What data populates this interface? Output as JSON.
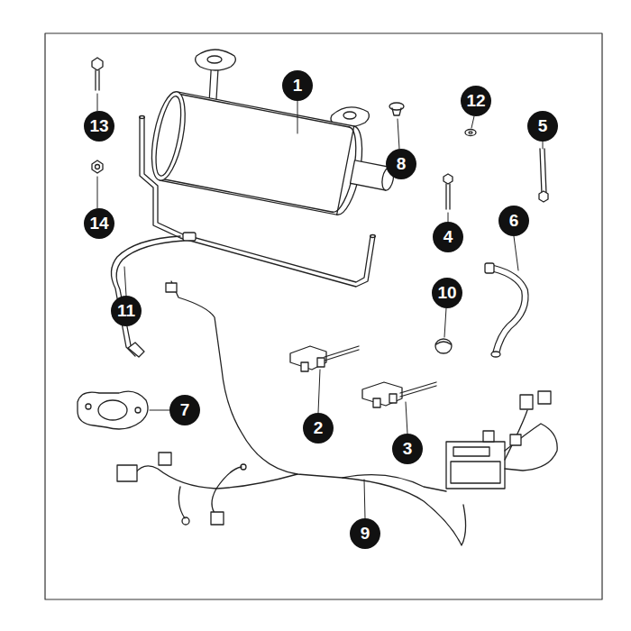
{
  "diagram": {
    "labels": [
      "1",
      "13",
      "12",
      "5",
      "8",
      "14",
      "4",
      "6",
      "10",
      "11",
      "7",
      "2",
      "3",
      "9"
    ]
  }
}
